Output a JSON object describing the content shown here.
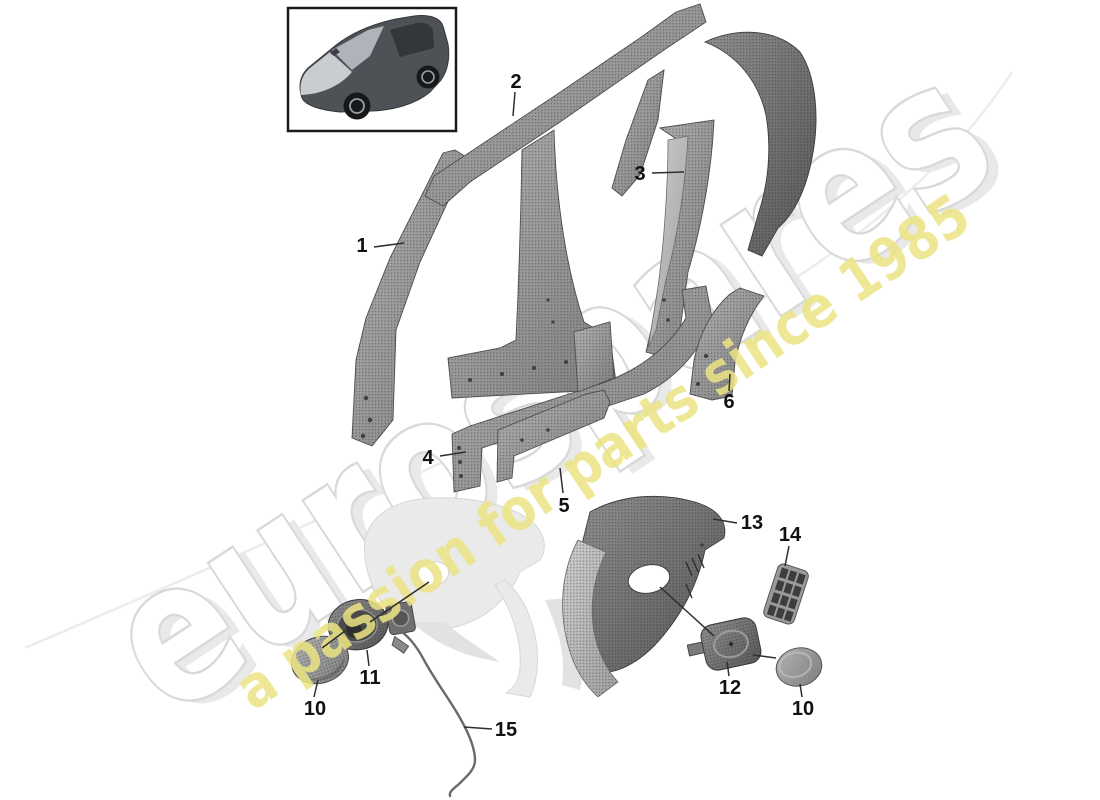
{
  "watermark": {
    "brand": "eurospares",
    "tagline": "a passion for parts since 1985",
    "brand_fill": "#ffffff",
    "brand_outline": "#d9d9d9",
    "tagline_color": "#ece584"
  },
  "thumbnail": {
    "icon": "suv-vehicle-three-quarter-view"
  },
  "callouts": [
    {
      "label": "1"
    },
    {
      "label": "2"
    },
    {
      "label": "3"
    },
    {
      "label": "4"
    },
    {
      "label": "5"
    },
    {
      "label": "6"
    },
    {
      "label": "10"
    },
    {
      "label": "11"
    },
    {
      "label": "12"
    },
    {
      "label": "10"
    },
    {
      "label": "13"
    },
    {
      "label": "14"
    },
    {
      "label": "15"
    }
  ],
  "colors": {
    "background": "#ffffff",
    "callout_text": "#111111",
    "leader_line": "#2e2e2e"
  }
}
